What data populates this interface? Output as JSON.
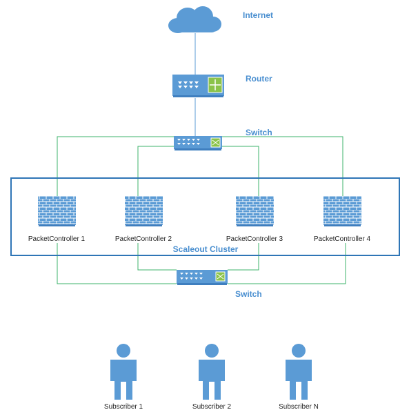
{
  "labels": {
    "internet": "Internet",
    "router": "Router",
    "switch_top": "Switch",
    "switch_bottom": "Switch",
    "cluster": "Scaleout Cluster"
  },
  "packet_controllers": [
    "PacketController 1",
    "PacketController 2",
    "PacketController 3",
    "PacketController 4"
  ],
  "subscribers": [
    "Subscriber 1",
    "Subscriber 2",
    "Subscriber N"
  ],
  "colors": {
    "device_blue": "#5b9bd5",
    "link_line": "#3db36b",
    "cluster_border": "#2e75b6",
    "label_blue": "#4a8fd0",
    "switch_icon_green": "#8bc34a"
  },
  "icons": {
    "internet": "cloud-icon",
    "router": "router-icon",
    "switch": "network-switch-icon",
    "packet_controller": "firewall-brick-icon",
    "subscriber": "person-icon"
  }
}
